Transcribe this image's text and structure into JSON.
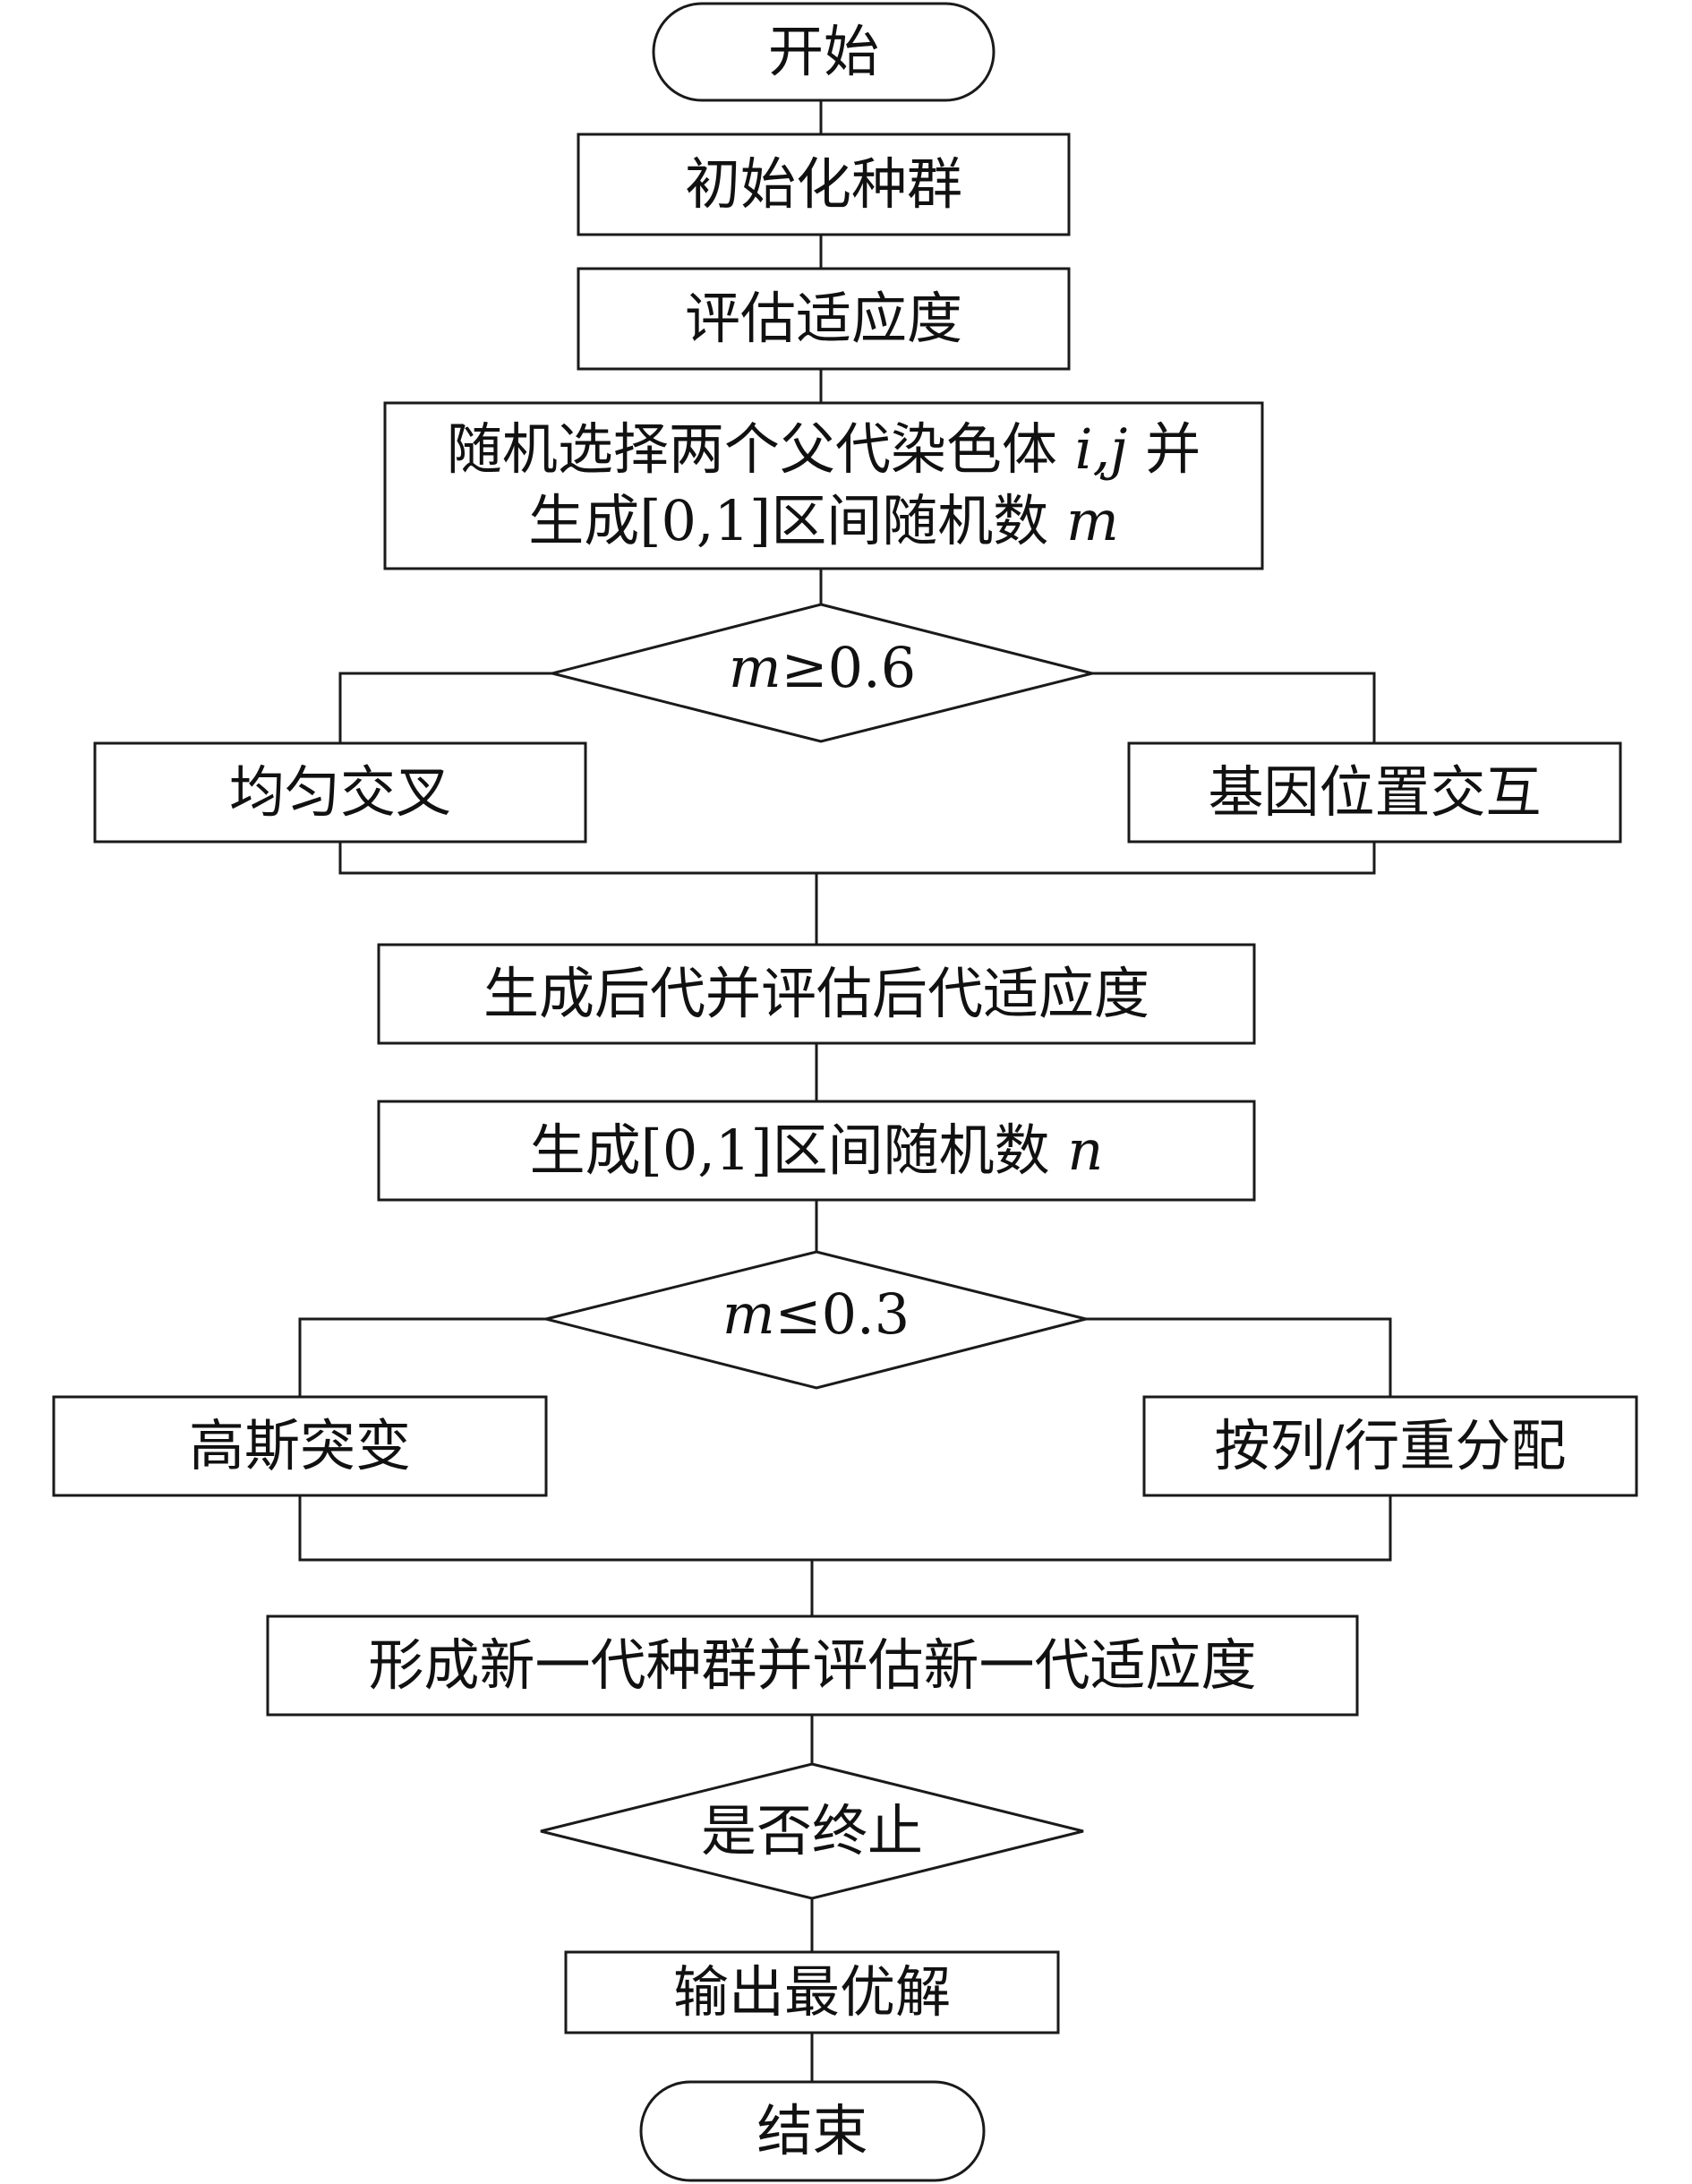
{
  "flowchart": {
    "start": "开始",
    "init_population": "初始化种群",
    "evaluate_fitness": "评估适应度",
    "select_parents": {
      "line1_text": "随机选择两个父代染色体",
      "line1_var": "i,j",
      "line1_suffix": "并",
      "line2_text": "生成[0,1]区间随机数",
      "line2_var": "m"
    },
    "decision_crossover": {
      "var": "m",
      "op": "≥",
      "value": "0.6"
    },
    "uniform_crossover": "均匀交叉",
    "gene_position_swap": "基因位置交互",
    "generate_offspring": "生成后代并评估后代适应度",
    "random_n": {
      "text": "生成[0,1]区间随机数",
      "var": "n"
    },
    "decision_mutation": {
      "var": "m",
      "op": "≤",
      "value": "0.3"
    },
    "gaussian_mutation": "高斯突变",
    "row_col_redistribute": "按列/行重分配",
    "new_generation": "形成新一代种群并评估新一代适应度",
    "terminate_check": "是否终止",
    "output_best": "输出最优解",
    "end": "结束"
  }
}
